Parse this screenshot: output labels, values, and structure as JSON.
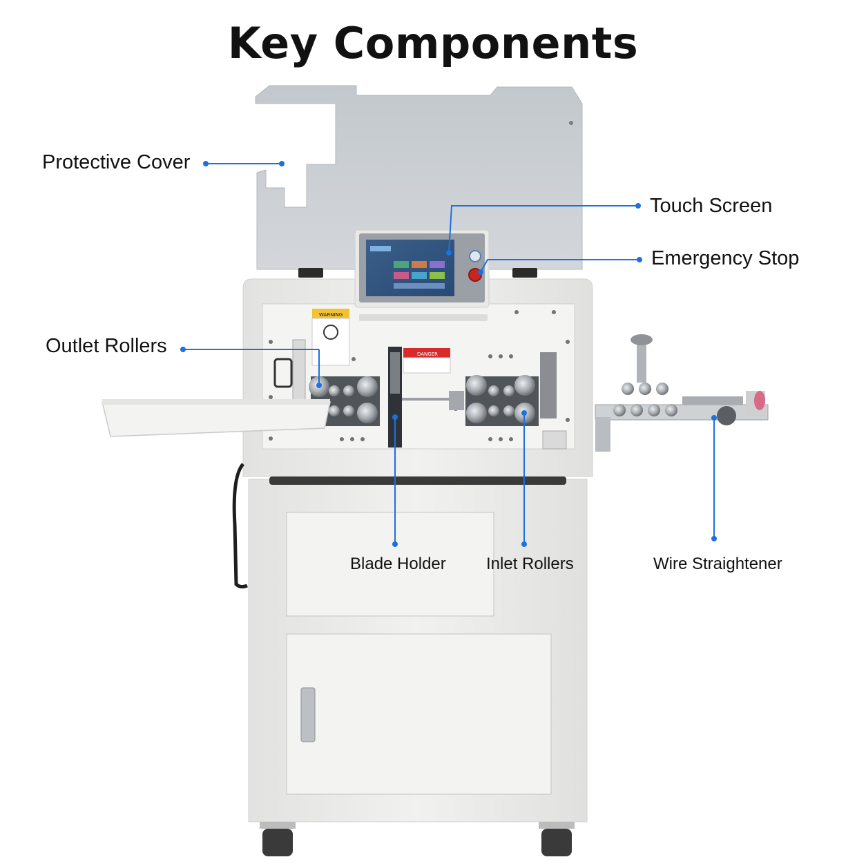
{
  "title": "Key Components",
  "colors": {
    "leader": "#1e6fe0",
    "cover": "#c9ced3",
    "body": "#ebebea",
    "panel": "#f2f2f1",
    "metal": "#8c8f93"
  },
  "labels": {
    "protective_cover": "Protective Cover",
    "touch_screen": "Touch Screen",
    "emergency_stop": "Emergency Stop",
    "outlet_rollers": "Outlet Rollers",
    "blade_holder": "Blade Holder",
    "inlet_rollers": "Inlet Rollers",
    "wire_straightener": "Wire Straightener"
  },
  "machine_text": {
    "warning": "WARNING",
    "danger": "DANGER"
  }
}
